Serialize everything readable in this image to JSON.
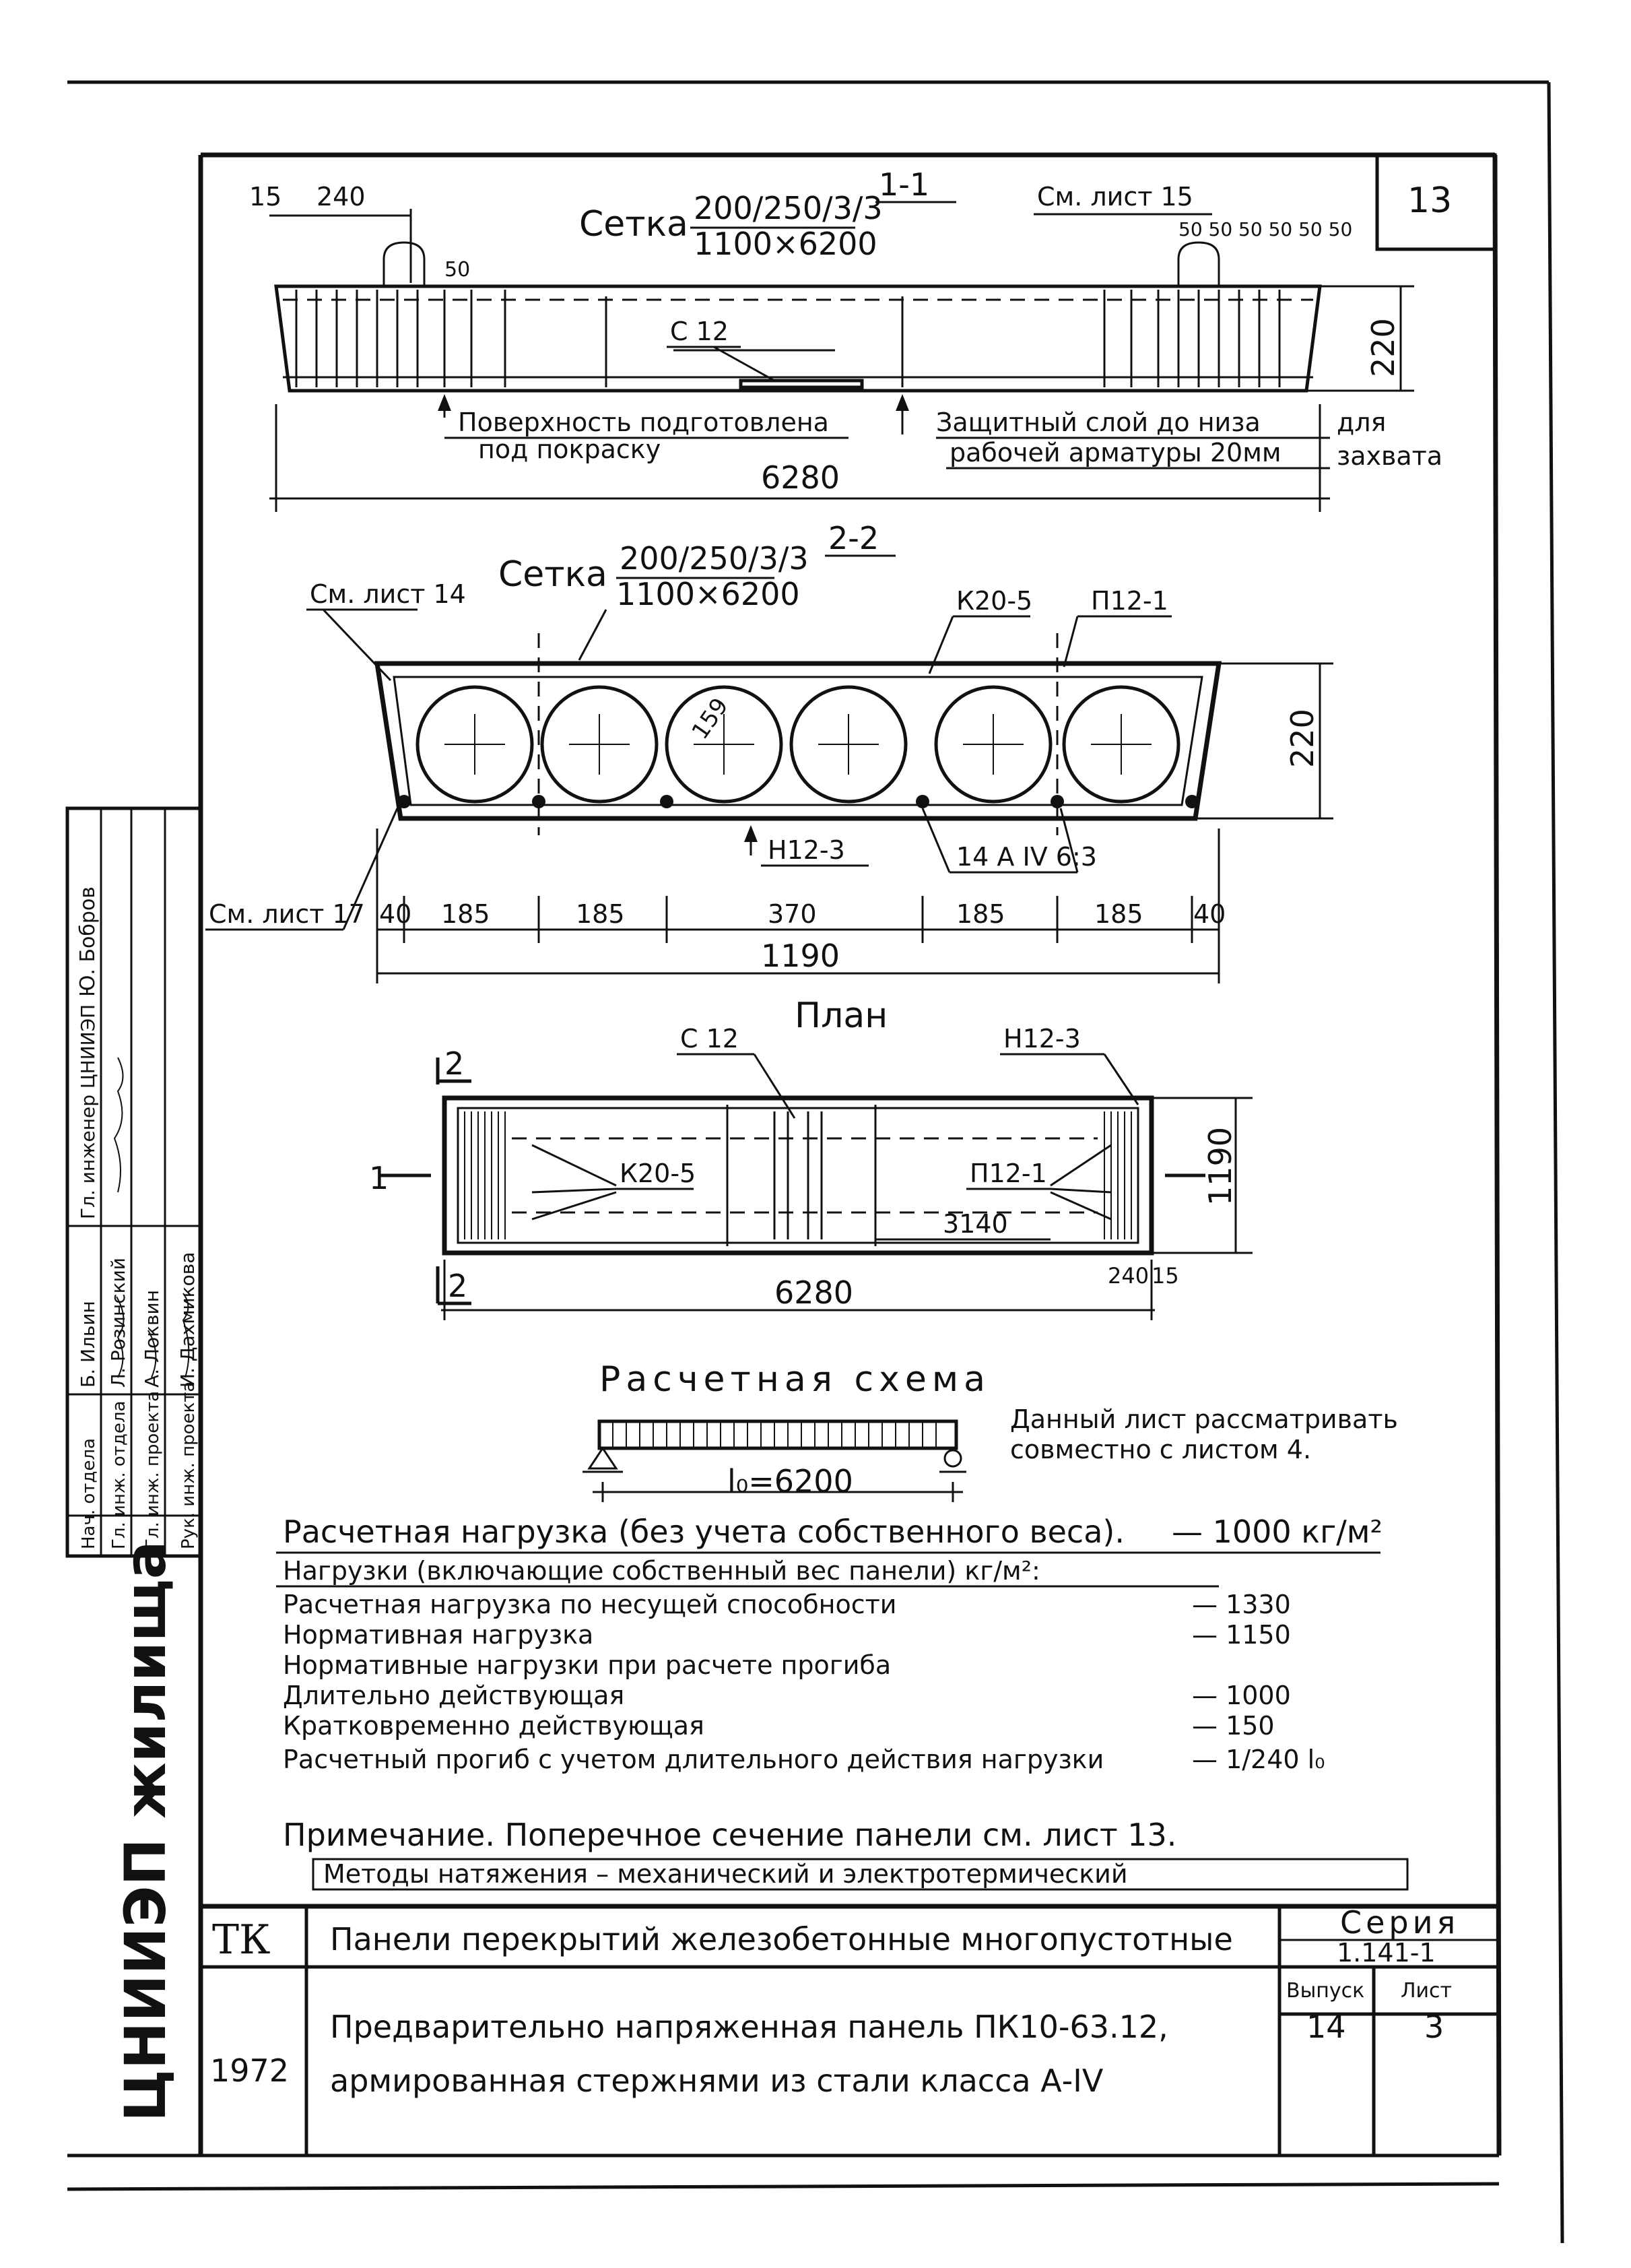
{
  "sheet": {
    "page_number": "13",
    "ref_sheet_15": "См. лист 15",
    "ref_sheet_14": "См. лист 14",
    "ref_sheet_17": "См. лист 17"
  },
  "section_1_1": {
    "title": "1-1",
    "mesh_label": "Сетка",
    "mesh_top": "200/250/3/3",
    "mesh_bottom": "1100×6200",
    "dim_15": "15",
    "dim_240": "240",
    "dim_50": "50",
    "dim_spacing": "50 50 50 50 50 50",
    "dim_height": "220",
    "dim_length": "6280",
    "c12": "С 12",
    "note_surface_1": "Поверхность подготовлена",
    "note_surface_2": "под покраску",
    "note_cover_1": "Защитный слой до низа",
    "note_cover_2": "рабочей арматуры 20мм",
    "note_grip_1": "для",
    "note_grip_2": "захвата"
  },
  "section_2_2": {
    "title": "2-2",
    "mesh_label": "Сетка",
    "mesh_top": "200/250/3/3",
    "mesh_bottom": "1100×6200",
    "k20_5": "К20-5",
    "p12_1": "П12-1",
    "dim_height": "220",
    "dim_159": "159",
    "n12_3": "Н12-3",
    "bars": "14 А IV 6:3",
    "dims": [
      "40",
      "185",
      "185",
      "370",
      "185",
      "185",
      "40"
    ],
    "total_width": "1190"
  },
  "plan": {
    "title": "План",
    "c12": "С 12",
    "n12_3": "Н12-3",
    "k20_5": "К20-5",
    "p12_1": "П12-1",
    "dim_3140": "3140",
    "dim_1190": "1190",
    "dim_240": "240",
    "dim_15": "15",
    "dim_length": "6280",
    "cut_2": "2",
    "cut_1": "1"
  },
  "scheme": {
    "title": "Расчетная схема",
    "span": "l₀=6200",
    "note_1": "Данный лист рассматривать",
    "note_2": "совместно с листом 4."
  },
  "loads": {
    "design_load_label": "Расчетная нагрузка (без учета собственного веса).",
    "design_load_value": "— 1000 кг/м²",
    "heading": "Нагрузки (включающие собственный вес панели) кг/м²:",
    "rows": [
      {
        "label": "Расчетная нагрузка по несущей способности",
        "value": "— 1330"
      },
      {
        "label": "Нормативная нагрузка",
        "value": "— 1150"
      },
      {
        "label": "Нормативные нагрузки при расчете прогиба",
        "value": ""
      },
      {
        "label": "Длительно действующая",
        "value": "— 1000"
      },
      {
        "label": "Кратковременно действующая",
        "value": "— 150"
      }
    ],
    "deflection_label": "Расчетный прогиб с учетом длительного действия нагрузки",
    "deflection_value": "— 1/240 l₀"
  },
  "notes": {
    "remark": "Примечание.   Поперечное сечение панели см. лист 13.",
    "methods": "Методы натяжения – механический и электротермический"
  },
  "title_block": {
    "tk": "ТК",
    "year": "1972",
    "title_1": "Панели перекрытий железобетонные многопустотные",
    "title_2": "Предварительно напряженная панель ПК10-63.12,",
    "title_3": "армированная стержнями из стали класса А-IV",
    "series_label": "Серия",
    "series_value": "1.141-1",
    "issue_label": "Выпуск",
    "issue_value": "14",
    "sheet_label": "Лист",
    "sheet_value": "3"
  },
  "side_stamp": {
    "org": "ЦНИИЭП жилища",
    "roles": [
      "Нач. отдела",
      "Гл. инж. отдела",
      "Гл. инж. проекта",
      "Рук. инж. проекта"
    ],
    "names": [
      "Б. Ильин",
      "Л. Розинский",
      "А. Локвин",
      "И. Дахмикова"
    ],
    "chief_engineer": "Гл. инженер ЦНИИЭП",
    "chief_name": "Ю. Бобров"
  }
}
